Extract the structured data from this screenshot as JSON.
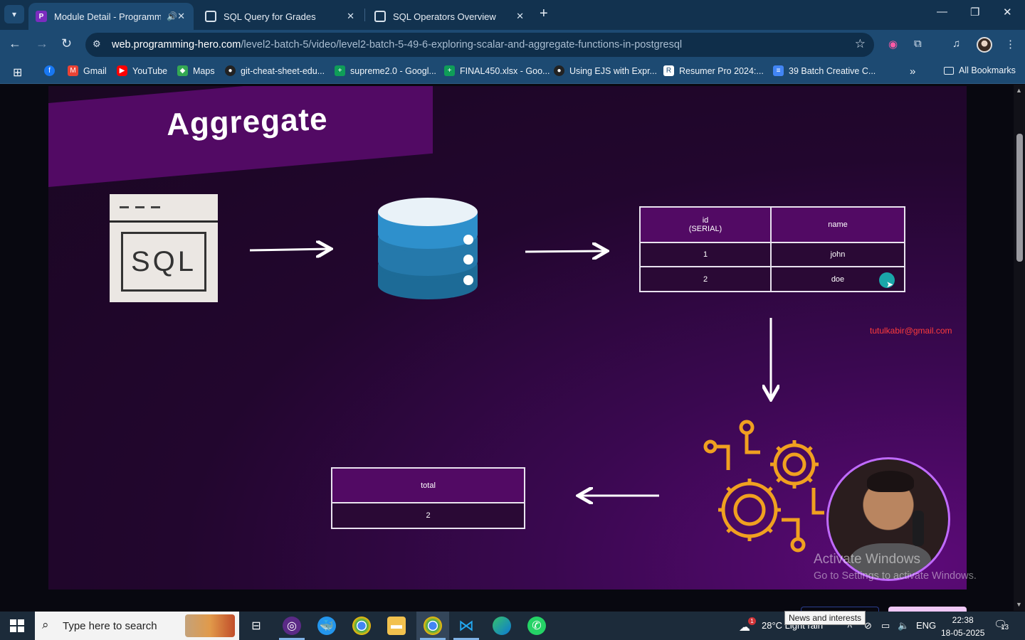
{
  "browser": {
    "tabs": [
      {
        "title": "Module Detail - Programmi",
        "active": true
      },
      {
        "title": "SQL Query for Grades",
        "active": false
      },
      {
        "title": "SQL Operators Overview",
        "active": false
      }
    ],
    "url_host": "web.programming-hero.com",
    "url_path": "/level2-batch-5/video/level2-batch-5-49-6-exploring-scalar-and-aggregate-functions-in-postgresql",
    "bookmarks": [
      {
        "label": "Gmail",
        "icon": "gmail-icon"
      },
      {
        "label": "YouTube",
        "icon": "youtube-icon"
      },
      {
        "label": "Maps",
        "icon": "maps-icon"
      },
      {
        "label": "git-cheat-sheet-edu...",
        "icon": "github-icon"
      },
      {
        "label": "supreme2.0 - Googl...",
        "icon": "sheets-icon"
      },
      {
        "label": "FINAL450.xlsx - Goo...",
        "icon": "sheets-icon"
      },
      {
        "label": "Using EJS with Expr...",
        "icon": "github-icon"
      },
      {
        "label": "Resumer Pro 2024:...",
        "icon": "resumer-icon"
      },
      {
        "label": "39 Batch Creative C...",
        "icon": "docs-icon"
      }
    ],
    "all_bookmarks_label": "All Bookmarks"
  },
  "slide": {
    "title": "Aggregate",
    "sql_label": "SQL",
    "input_table": {
      "headers": [
        "id\n(SERIAL)",
        "name"
      ],
      "rows": [
        [
          "1",
          "john"
        ],
        [
          "2",
          "doe"
        ]
      ]
    },
    "output_table": {
      "header": "total",
      "value": "2"
    },
    "email": "tutulkabir@gmail.com"
  },
  "watermark": {
    "line1": "Activate Windows",
    "line2": "Go to Settings to activate Windows."
  },
  "taskbar": {
    "search_placeholder": "Type here to search",
    "weather": "28°C  Light rain",
    "weather_badge": "1",
    "tooltip": "News and interests",
    "language": "ENG",
    "time": "22:38",
    "date": "18-05-2025",
    "notification_count": "13"
  },
  "colors": {
    "browser_frame": "#12324f",
    "toolbar": "#1d4a72",
    "slide_purple": "#520a64",
    "gears_orange": "#f0a020",
    "email_red": "#ff3b3b"
  }
}
